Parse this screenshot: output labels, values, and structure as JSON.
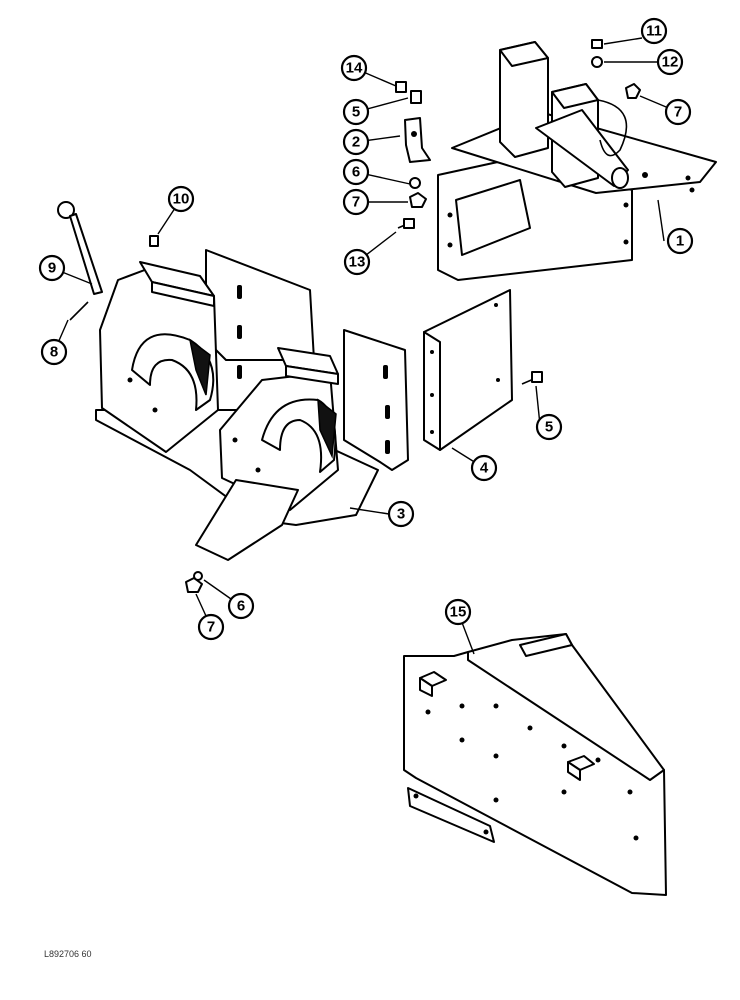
{
  "figure": {
    "reference_code": "L892706 60",
    "callouts": [
      {
        "id": "c1",
        "label": "1"
      },
      {
        "id": "c2",
        "label": "2"
      },
      {
        "id": "c3",
        "label": "3"
      },
      {
        "id": "c4",
        "label": "4"
      },
      {
        "id": "c5a",
        "label": "5"
      },
      {
        "id": "c5b",
        "label": "5"
      },
      {
        "id": "c6a",
        "label": "6"
      },
      {
        "id": "c6b",
        "label": "6"
      },
      {
        "id": "c7a",
        "label": "7"
      },
      {
        "id": "c7b",
        "label": "7"
      },
      {
        "id": "c7c",
        "label": "7"
      },
      {
        "id": "c8",
        "label": "8"
      },
      {
        "id": "c9",
        "label": "9"
      },
      {
        "id": "c10",
        "label": "10"
      },
      {
        "id": "c11",
        "label": "11"
      },
      {
        "id": "c12",
        "label": "12"
      },
      {
        "id": "c13",
        "label": "13"
      },
      {
        "id": "c14",
        "label": "14"
      },
      {
        "id": "c15",
        "label": "15"
      }
    ]
  }
}
